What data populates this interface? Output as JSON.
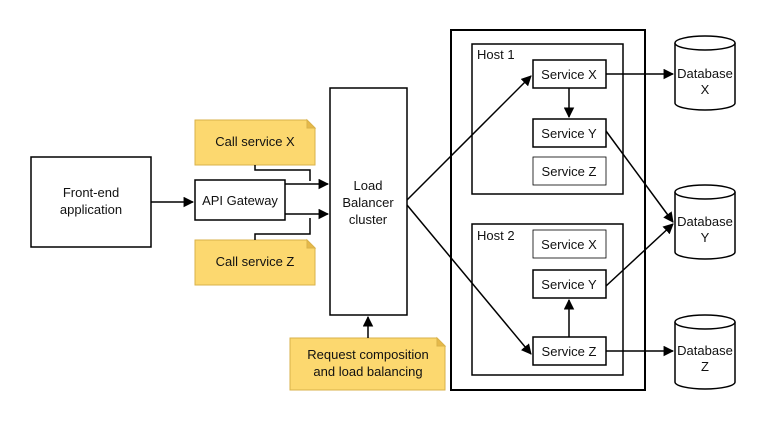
{
  "colors": {
    "note_fill": "#fcd86f",
    "note_fold": "#e6b94a",
    "note_border": "#d9b24a",
    "line": "#000000",
    "box_fill": "#ffffff"
  },
  "frontend": {
    "line1": "Front-end",
    "line2": "application"
  },
  "gateway": {
    "label": "API Gateway"
  },
  "lb": {
    "line1": "Load",
    "line2": "Balancer",
    "line3": "cluster"
  },
  "notes": {
    "call_x": "Call service X",
    "call_z": "Call service Z",
    "request": {
      "line1": "Request composition",
      "line2": "and load balancing"
    }
  },
  "hosts": [
    {
      "title": "Host 1",
      "services": [
        "Service X",
        "Service Y",
        "Service Z"
      ]
    },
    {
      "title": "Host 2",
      "services": [
        "Service X",
        "Service Y",
        "Service Z"
      ]
    }
  ],
  "databases": [
    {
      "line1": "Database",
      "line2": "X"
    },
    {
      "line1": "Database",
      "line2": "Y"
    },
    {
      "line1": "Database",
      "line2": "Z"
    }
  ]
}
